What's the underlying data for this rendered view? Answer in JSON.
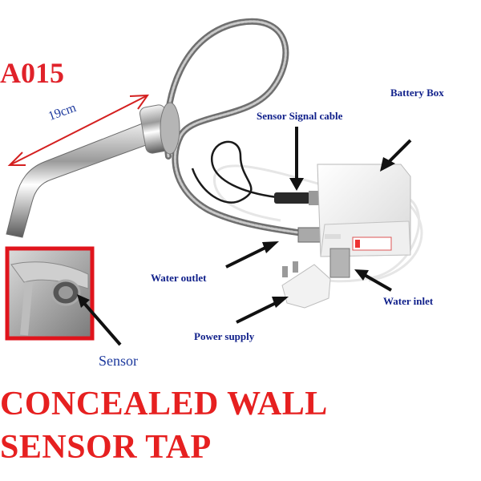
{
  "model_code": "A015",
  "dimension_label": "19cm",
  "labels": {
    "battery_box": "Battery Box",
    "sensor_signal_cable": "Sensor Signal cable",
    "water_outlet": "Water outlet",
    "water_inlet": "Water inlet",
    "power_supply": "Power supply",
    "sensor": "Sensor"
  },
  "title": {
    "line1": "CONCEALED WALL",
    "line2": "SENSOR TAP"
  },
  "colors": {
    "title_red": "#e62020",
    "label_blue": "#0f1f8a",
    "inset_border": "#e0141c"
  }
}
